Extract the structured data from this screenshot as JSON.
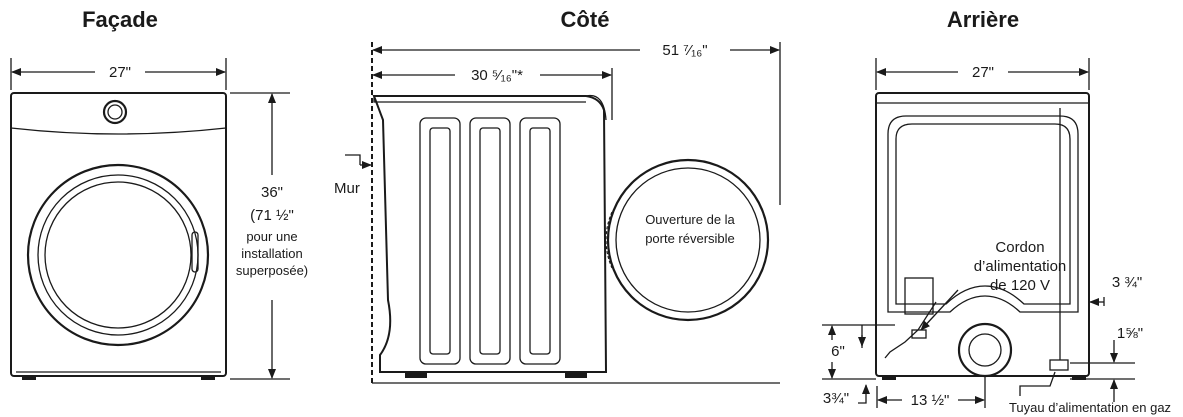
{
  "views": {
    "front": {
      "title": "Façade",
      "width": "27\"",
      "height": "36\"",
      "height_stacked": "(71 ½\"",
      "stack_note_1": "pour une",
      "stack_note_2": "installation",
      "stack_note_3": "superposée)"
    },
    "side": {
      "title": "Côté",
      "depth_door_open": "51 ⁷⁄₁₆\"",
      "depth": "30 ⁵⁄₁₆\"*",
      "wall": "Mur",
      "door_note_1": "Ouverture de la",
      "door_note_2": "porte réversible"
    },
    "rear": {
      "title": "Arrière",
      "width": "27\"",
      "cord_1": "Cordon",
      "cord_2": "d’alimentation",
      "cord_3": "de 120 V",
      "dim_side": "3 ¾\"",
      "dim_gas_height": "1⅝\"",
      "dim_cord_height": "6\"",
      "dim_left": "3¾\"",
      "dim_gas_offset": "13 ½\"",
      "gas_pipe": "Tuyau d’alimentation en gaz"
    }
  }
}
